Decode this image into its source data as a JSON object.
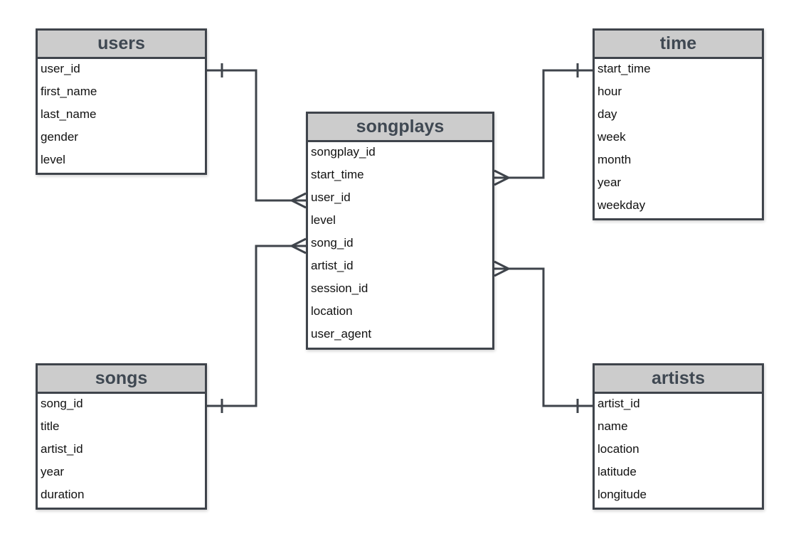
{
  "diagram": {
    "colors": {
      "border": "#3f444b",
      "header_background": "#cccccc",
      "header_text": "#3f4852",
      "connector": "#3f444b",
      "background": "#ffffff"
    },
    "entities": {
      "users": {
        "title": "users",
        "fields": [
          "user_id",
          "first_name",
          "last_name",
          "gender",
          "level"
        ]
      },
      "time": {
        "title": "time",
        "fields": [
          "start_time",
          "hour",
          "day",
          "week",
          "month",
          "year",
          "weekday"
        ]
      },
      "songplays": {
        "title": "songplays",
        "fields": [
          "songplay_id",
          "start_time",
          "user_id",
          "level",
          "song_id",
          "artist_id",
          "session_id",
          "location",
          "user_agent"
        ]
      },
      "songs": {
        "title": "songs",
        "fields": [
          "song_id",
          "title",
          "artist_id",
          "year",
          "duration"
        ]
      },
      "artists": {
        "title": "artists",
        "fields": [
          "artist_id",
          "name",
          "location",
          "latitude",
          "longitude"
        ]
      }
    },
    "relationships": [
      {
        "from": "users.user_id",
        "to": "songplays.user_id",
        "from_cardinality": "one",
        "to_cardinality": "many"
      },
      {
        "from": "time.start_time",
        "to": "songplays.start_time",
        "from_cardinality": "one",
        "to_cardinality": "many"
      },
      {
        "from": "songs.song_id",
        "to": "songplays.song_id",
        "from_cardinality": "one",
        "to_cardinality": "many"
      },
      {
        "from": "artists.artist_id",
        "to": "songplays.artist_id",
        "from_cardinality": "one",
        "to_cardinality": "many"
      }
    ]
  }
}
